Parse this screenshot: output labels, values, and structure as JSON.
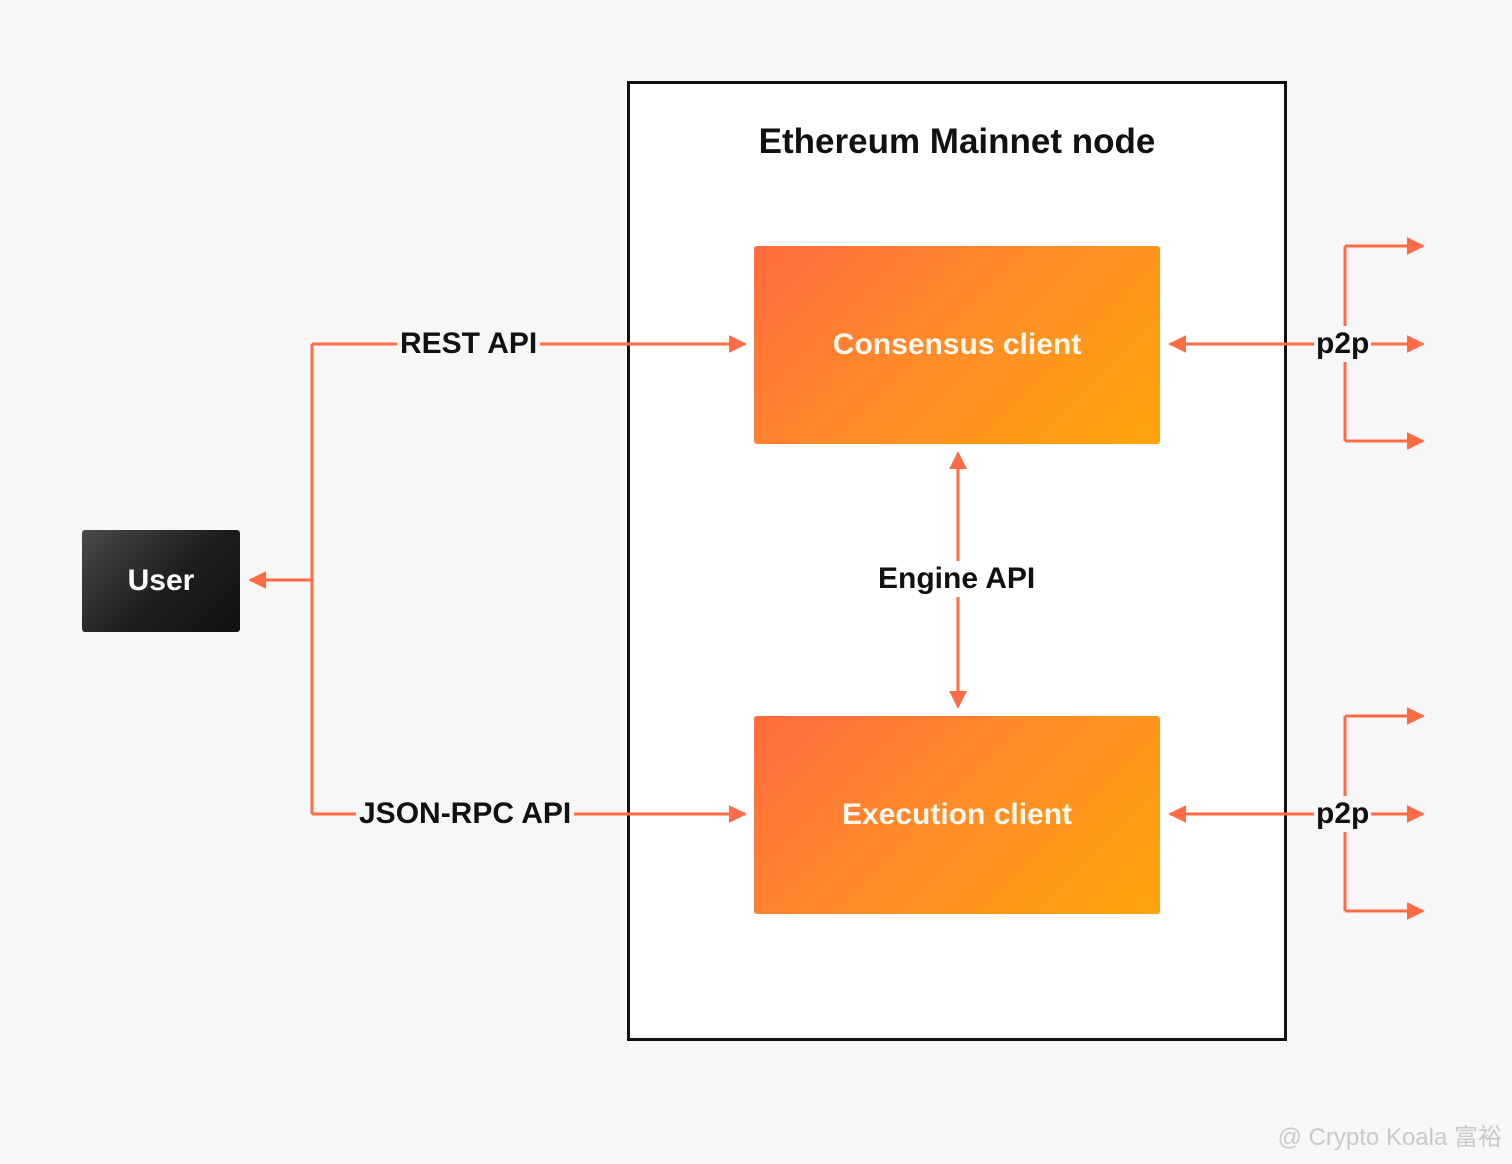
{
  "diagram": {
    "title": "Ethereum Mainnet node",
    "nodes": {
      "user": "User",
      "consensus_client": "Consensus client",
      "execution_client": "Execution client"
    },
    "edge_labels": {
      "rest_api": "REST API",
      "json_rpc_api": "JSON-RPC API",
      "engine_api": "Engine API",
      "p2p_consensus": "p2p",
      "p2p_execution": "p2p"
    },
    "watermark": "@ Crypto Koala 富裕"
  },
  "colors": {
    "arrow": "#ff6b45",
    "frame": "#111111",
    "background": "#f7f7f7",
    "client_gradient_start": "#ff6b3d",
    "client_gradient_end": "#ffa50a",
    "user_box": "#1e1e1e"
  }
}
